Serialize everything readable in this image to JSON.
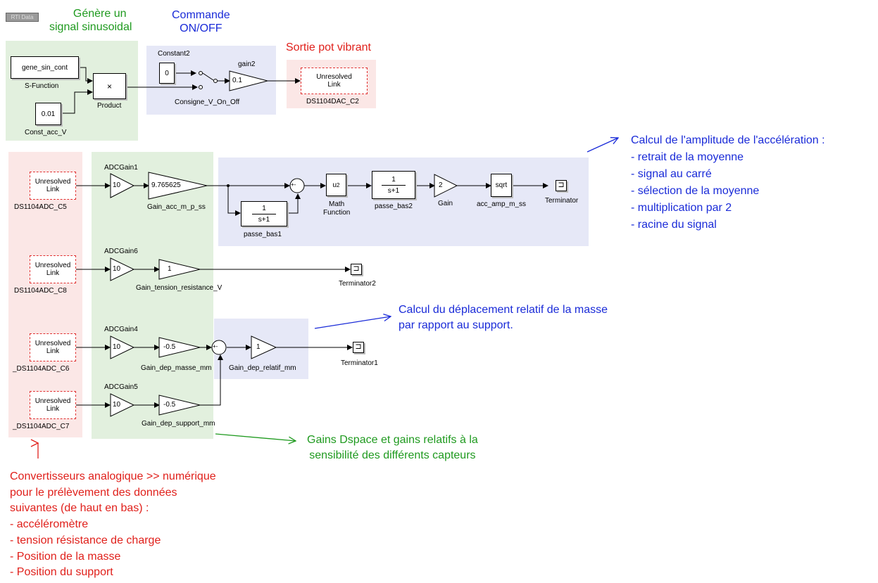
{
  "header": {
    "rti_chip": "RTI Data"
  },
  "annotations": {
    "sine": [
      "Génère un",
      "signal sinusoidal"
    ],
    "onoff": [
      "Commande",
      "ON/OFF"
    ],
    "pot": "Sortie pot vibrant",
    "calc_acc": [
      "Calcul de l'amplitude de l'accélération :",
      "- retrait de la moyenne",
      "- signal au carré",
      "- sélection de la moyenne",
      "- multiplication par 2",
      "- racine du signal"
    ],
    "calc_dep": [
      "Calcul du déplacement relatif de la masse",
      "par rapport au support."
    ],
    "gains": [
      "Gains Dspace et gains relatifs à la",
      "sensibilité des différents capteurs"
    ],
    "conv": [
      "Convertisseurs analogique >> numérique",
      "pour le prélèvement des données",
      "suivantes (de haut en bas) :",
      "- accéléromètre",
      "- tension résistance de charge",
      "- Position de la masse",
      "- Position du support"
    ]
  },
  "blocks": {
    "gene_sin": {
      "text": "gene_sin_cont",
      "label": "S-Function"
    },
    "const_acc": {
      "text": "0.01",
      "label": "Const_acc_V"
    },
    "product": {
      "text": "×",
      "label": "Product"
    },
    "constant2": {
      "text": "0",
      "label": "Constant2"
    },
    "switch_label": "Consigne_V_On_Off",
    "gain2": {
      "text": "0.1",
      "label": "gain2"
    },
    "dac": {
      "text1": "Unresolved",
      "text2": "Link",
      "label": "DS1104DAC_C2"
    },
    "adc_c5": {
      "text1": "Unresolved",
      "text2": "Link",
      "label": "DS1104ADC_C5"
    },
    "adc_c8": {
      "text1": "Unresolved",
      "text2": "Link",
      "label": "DS1104ADC_C8"
    },
    "adc_c6": {
      "text1": "Unresolved",
      "text2": "Link",
      "label": "_DS1104ADC_C6"
    },
    "adc_c7": {
      "text1": "Unresolved",
      "text2": "Link",
      "label": "_DS1104ADC_C7"
    },
    "adcgain1": {
      "text": "10",
      "label": "ADCGain1"
    },
    "adcgain6": {
      "text": "10",
      "label": "ADCGain6"
    },
    "adcgain4": {
      "text": "10",
      "label": "ADCGain4"
    },
    "adcgain5": {
      "text": "10",
      "label": "ADCGain5"
    },
    "gain_acc": {
      "text": "9.765625",
      "label": "Gain_acc_m_p_ss"
    },
    "gain_tension": {
      "text": "1",
      "label": "Gain_tension_resistance_V"
    },
    "gain_masse": {
      "text": "-0.5",
      "label": "Gain_dep_masse_mm"
    },
    "gain_support": {
      "text": "-0.5",
      "label": "Gain_dep_support_mm"
    },
    "gain_relatif": {
      "text": "1",
      "label": "Gain_dep_relatif_mm"
    },
    "passe_bas1": {
      "num": "1",
      "den": "s+1",
      "label": "passe_bas1"
    },
    "passe_bas2": {
      "num": "1",
      "den": "s+1",
      "label": "passe_bas2"
    },
    "math": {
      "text": "u",
      "sup": "2",
      "label1": "Math",
      "label2": "Function"
    },
    "gain_x2": {
      "text": "2",
      "label": "Gain"
    },
    "sqrt": {
      "text": "sqrt",
      "label": "acc_amp_m_ss"
    },
    "terminator": {
      "label": "Terminator"
    },
    "terminator1": {
      "label": "Terminator1"
    },
    "terminator2": {
      "label": "Terminator2"
    },
    "sum_signs": "+-"
  },
  "colors": {
    "red": "#e0201b",
    "green": "#1f9a1f",
    "blue": "#1a2bd8"
  }
}
